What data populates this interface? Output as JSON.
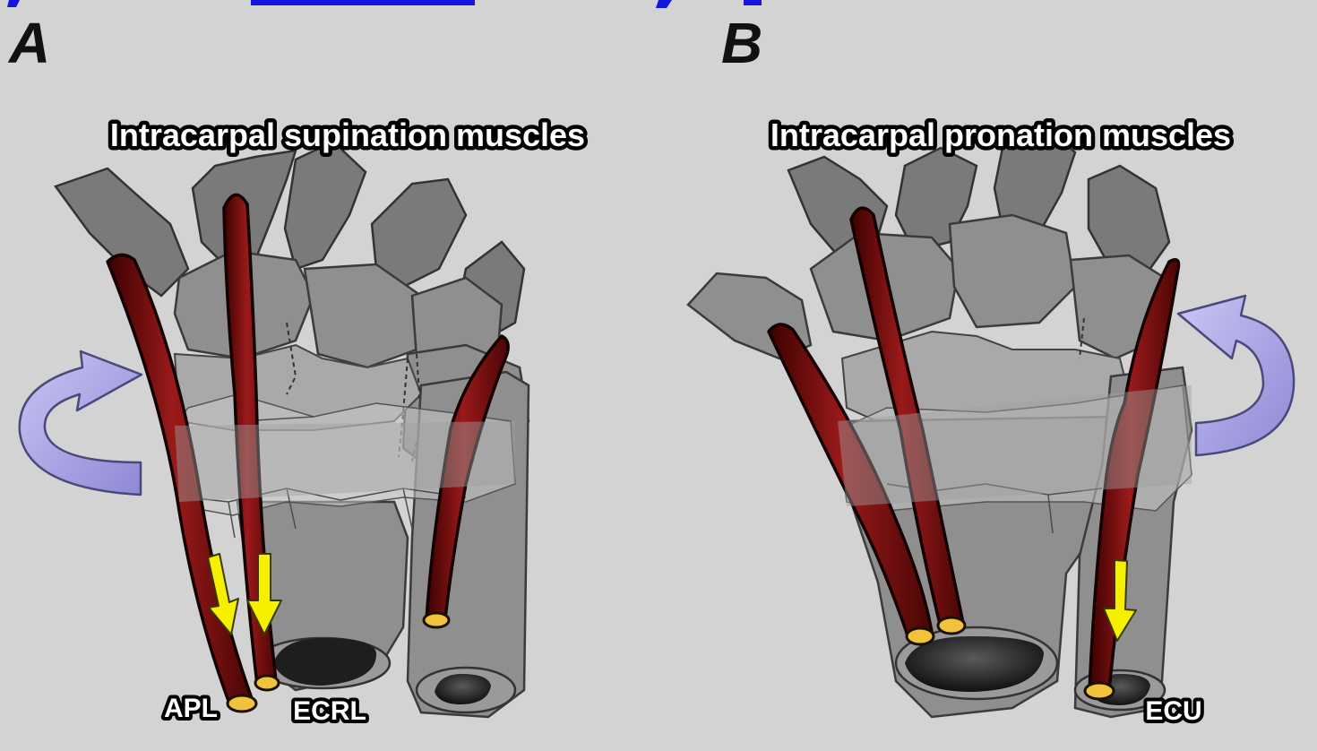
{
  "panels": [
    {
      "letter": "A",
      "title": "Intracarpal supination muscles",
      "labels": [
        "APL",
        "ECRL"
      ]
    },
    {
      "letter": "B",
      "title": "Intracarpal pronation muscles",
      "labels": [
        "ECU"
      ]
    }
  ],
  "colors": {
    "background": "#d3d3d3",
    "bone": "#8f8f8f",
    "tendon": "#7a1010",
    "tendon_cut": "#f2c23c",
    "motion_arrow": "#f6f000",
    "rotation_arrow": "#a49ee0"
  },
  "icons": {
    "rotation_arrow": "curved-rotation-arrow-icon",
    "pull_arrow": "down-arrow-icon"
  }
}
